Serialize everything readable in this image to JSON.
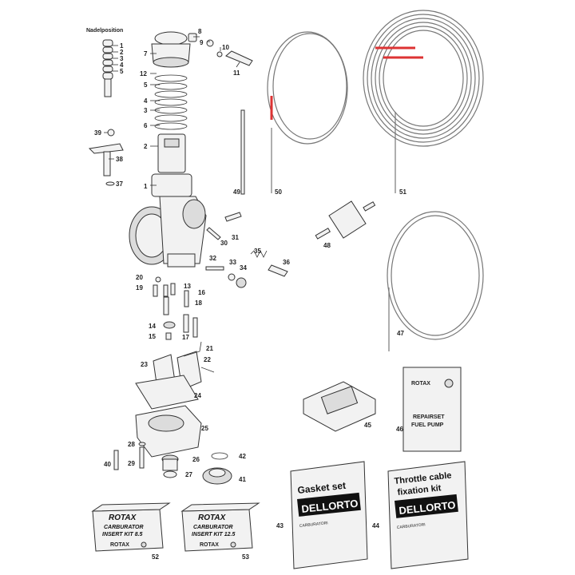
{
  "diagram": {
    "needle_heading": "Nadelposition",
    "needle_positions": [
      "1",
      "2",
      "3",
      "4",
      "5"
    ],
    "callouts": {
      "p1": "1",
      "p2": "2",
      "p3": "3",
      "p4": "4",
      "p5": "5",
      "p6": "6",
      "p7": "7",
      "p8": "8",
      "p9": "9",
      "p10": "10",
      "p11": "11",
      "p12": "12",
      "p13": "13",
      "p14": "14",
      "p15": "15",
      "p16": "16",
      "p17": "17",
      "p18": "18",
      "p19": "19",
      "p20": "20",
      "p21": "21",
      "p22": "22",
      "p23": "23",
      "p24": "24",
      "p25": "25",
      "p26": "26",
      "p27": "27",
      "p28": "28",
      "p29": "29",
      "p30": "30",
      "p31": "31",
      "p32": "32",
      "p33": "33",
      "p34": "34",
      "p35": "35",
      "p36": "36",
      "p37": "37",
      "p38": "38",
      "p39": "39",
      "p40": "40",
      "p41": "41",
      "p42": "42",
      "p43": "43",
      "p44": "44",
      "p45": "45",
      "p46": "46",
      "p47": "47",
      "p48": "48",
      "p49": "49",
      "p50": "50",
      "p51": "51",
      "p52": "52",
      "p53": "53"
    },
    "kit52": {
      "brand": "ROTAX",
      "line1": "CARBURATOR",
      "line2": "INSERT KIT 8.5",
      "footer_brand": "ROTAX"
    },
    "kit53": {
      "brand": "ROTAX",
      "line1": "CARBURATOR",
      "line2": "INSERT KIT 12.5",
      "footer_brand": "ROTAX"
    },
    "kit46": {
      "brand": "ROTAX",
      "line1": "REPAIRSET",
      "line2": "FUEL PUMP"
    },
    "kit43": {
      "title": "Gasket set",
      "brand": "DELLORTO",
      "sub": "CARBURATORI"
    },
    "kit44": {
      "title_line1": "Throttle cable",
      "title_line2": "fixation kit",
      "brand": "DELLORTO",
      "sub": "CARBURATORI"
    }
  },
  "colors": {
    "cable_marker": "#dd3333",
    "outline": "#333333"
  }
}
